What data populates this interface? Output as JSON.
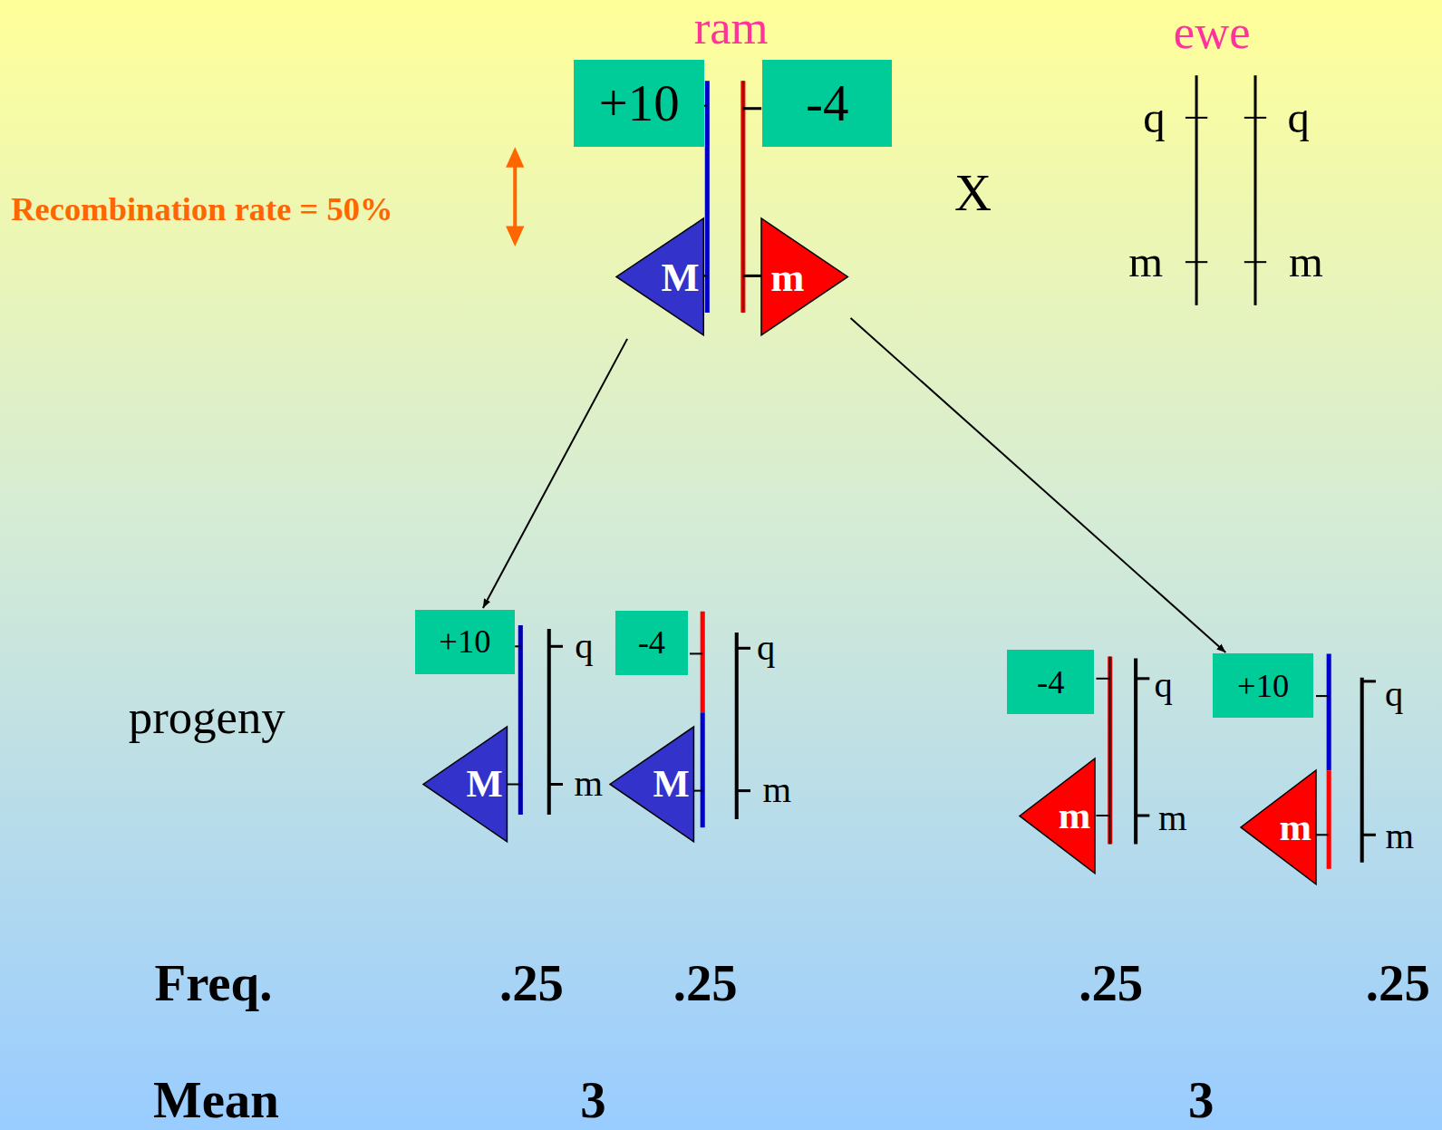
{
  "diagram": {
    "nodes": [
      {
        "text": [
          "+10"
        ]
      },
      {
        "text": [
          "-4"
        ]
      },
      {
        "text": [
          "M"
        ]
      },
      {
        "text": [
          "m"
        ]
      },
      {
        "text": [
          "+10"
        ]
      },
      {
        "text": [
          "M"
        ]
      },
      {
        "text": [
          "-4"
        ]
      },
      {
        "text": [
          "M"
        ]
      },
      {
        "text": [
          "-4"
        ]
      },
      {
        "text": [
          "m"
        ]
      },
      {
        "text": [
          "+10"
        ]
      },
      {
        "text": [
          "m"
        ]
      }
    ],
    "edges": [
      {
        "from": 2,
        "to": 4,
        "arrow": "to"
      },
      {
        "from": 3,
        "to": 10,
        "arrow": "to"
      }
    ],
    "labels": [
      "ram",
      "ewe",
      "Recombination rate = 50%",
      "X",
      "q",
      "q",
      "m",
      "m",
      "progeny",
      "q",
      "m",
      "q",
      "m",
      "q",
      "m",
      "q",
      "m",
      "Freq.",
      ".25",
      ".25",
      ".25",
      ".25",
      "Mean",
      "3",
      "3"
    ]
  }
}
